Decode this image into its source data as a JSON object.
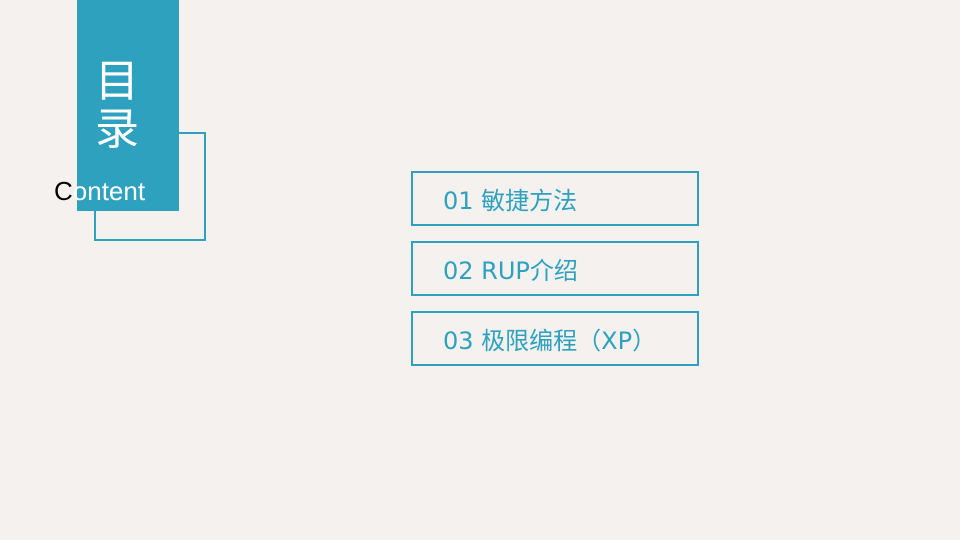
{
  "title": {
    "zh_line1": "目",
    "zh_line2": "录",
    "en_first": "C",
    "en_rest": "ontent"
  },
  "menu": {
    "items": [
      {
        "label": "01 敏捷方法"
      },
      {
        "label": "02 RUP介绍"
      },
      {
        "label": "03 极限编程（XP）"
      }
    ]
  },
  "colors": {
    "accent": "#2ea1bf",
    "background": "#f4f1ee",
    "title_text": "#ffffff"
  }
}
